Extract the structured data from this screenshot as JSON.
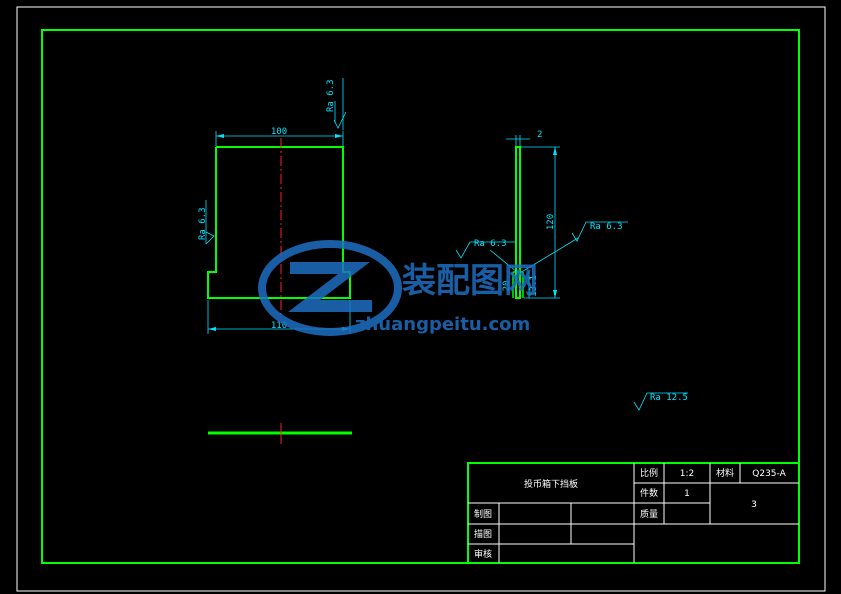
{
  "drawing": {
    "dims": {
      "top_width": "100",
      "bottom_width": "110",
      "thickness": "2",
      "height": "120",
      "slot": "20",
      "slot_depth": "13.1"
    },
    "roughness": {
      "top": "Ra 6.3",
      "left": "Ra 6.3",
      "side_left": "Ra 6.3",
      "side_right": "Ra 6.3",
      "general": "Ra 12.5"
    }
  },
  "watermark": {
    "brand": "装配图网",
    "url": "zhuangpeitu.com"
  },
  "title_block": {
    "part_name": "投币箱下挡板",
    "scale_label": "比例",
    "scale_value": "1:2",
    "material_label": "材料",
    "material_value": "Q235-A",
    "quantity_label": "件数",
    "quantity_value": "1",
    "drawing_number": "3",
    "weight_label": "质量",
    "drawn_label": "制图",
    "traced_label": "描图",
    "checked_label": "审核"
  },
  "colors": {
    "frame": "#00ff00",
    "outline": "#00ff00",
    "dimension": "#00e5ff",
    "centerline": "#ff0000",
    "watermark": "#1e6fc2"
  }
}
